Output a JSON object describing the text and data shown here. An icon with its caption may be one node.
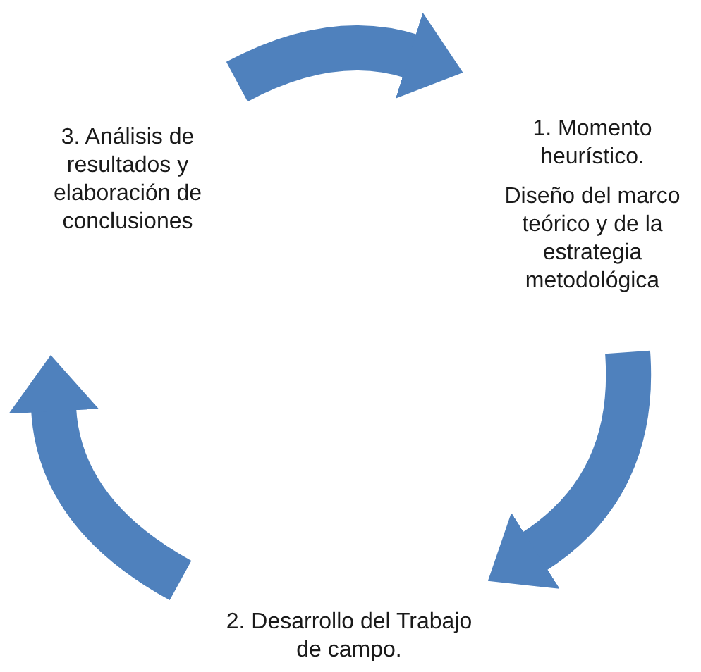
{
  "diagram": {
    "nodes": [
      {
        "text": [
          "1. Momento heurístico.",
          "Diseño del marco teórico y de la estrategia metodológica"
        ]
      },
      {
        "text": [
          "2. Desarrollo del Trabajo de campo."
        ]
      },
      {
        "text": [
          "3. Análisis de resultados y elaboración de conclusiones"
        ]
      }
    ],
    "edges": [
      {
        "from": 2,
        "to": 0,
        "arrow": "to"
      },
      {
        "from": 0,
        "to": 1,
        "arrow": "to"
      },
      {
        "from": 1,
        "to": 2,
        "arrow": "to"
      }
    ]
  }
}
